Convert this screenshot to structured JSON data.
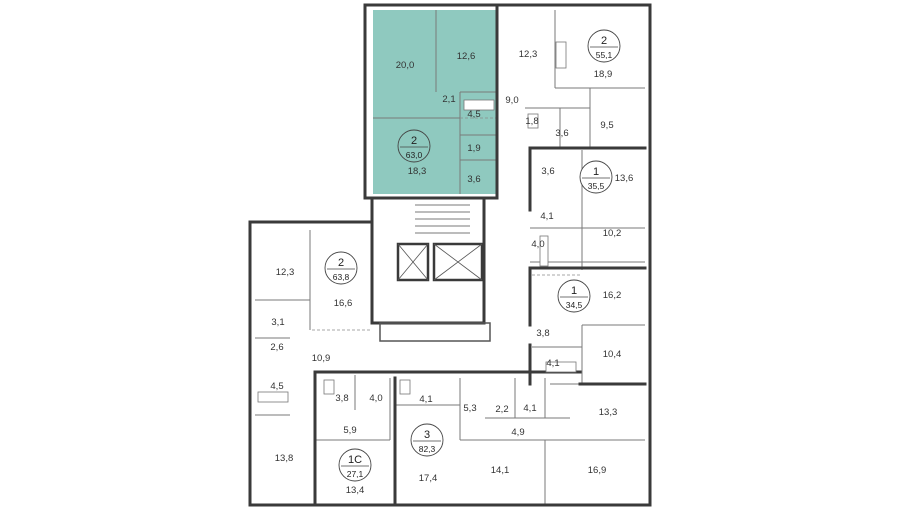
{
  "colors": {
    "highlight": "#8fc9bf",
    "wall": "#3a3a3a",
    "background": "#ffffff"
  },
  "highlighted_apartment": {
    "rooms": 2,
    "area": "63,0",
    "room_areas": [
      "20,0",
      "12,6",
      "2,1",
      "4,5",
      "1,9",
      "18,3",
      "3,6"
    ]
  },
  "apartments": [
    {
      "id": "apt-55-1",
      "rooms": "2",
      "area": "55,1"
    },
    {
      "id": "apt-63-0",
      "rooms": "2",
      "area": "63,0"
    },
    {
      "id": "apt-35-5",
      "rooms": "1",
      "area": "35,5"
    },
    {
      "id": "apt-63-8",
      "rooms": "2",
      "area": "63,8"
    },
    {
      "id": "apt-34-5",
      "rooms": "1",
      "area": "34,5"
    },
    {
      "id": "apt-27-1",
      "rooms": "1С",
      "area": "27,1"
    },
    {
      "id": "apt-82-3",
      "rooms": "3",
      "area": "82,3"
    }
  ],
  "room_labels": [
    "20,0",
    "12,6",
    "2,1",
    "4,5",
    "1,9",
    "18,3",
    "3,6",
    "12,3",
    "9,0",
    "1,8",
    "3,6",
    "18,9",
    "9,5",
    "3,6",
    "13,6",
    "4,1",
    "10,2",
    "4,0",
    "16,2",
    "3,8",
    "4,1",
    "10,4",
    "12,3",
    "16,6",
    "3,1",
    "2,6",
    "10,9",
    "4,5",
    "13,8",
    "3,8",
    "4,0",
    "5,9",
    "13,4",
    "4,1",
    "17,4",
    "5,3",
    "2,2",
    "4,1",
    "4,9",
    "13,3",
    "14,1",
    "16,9"
  ]
}
